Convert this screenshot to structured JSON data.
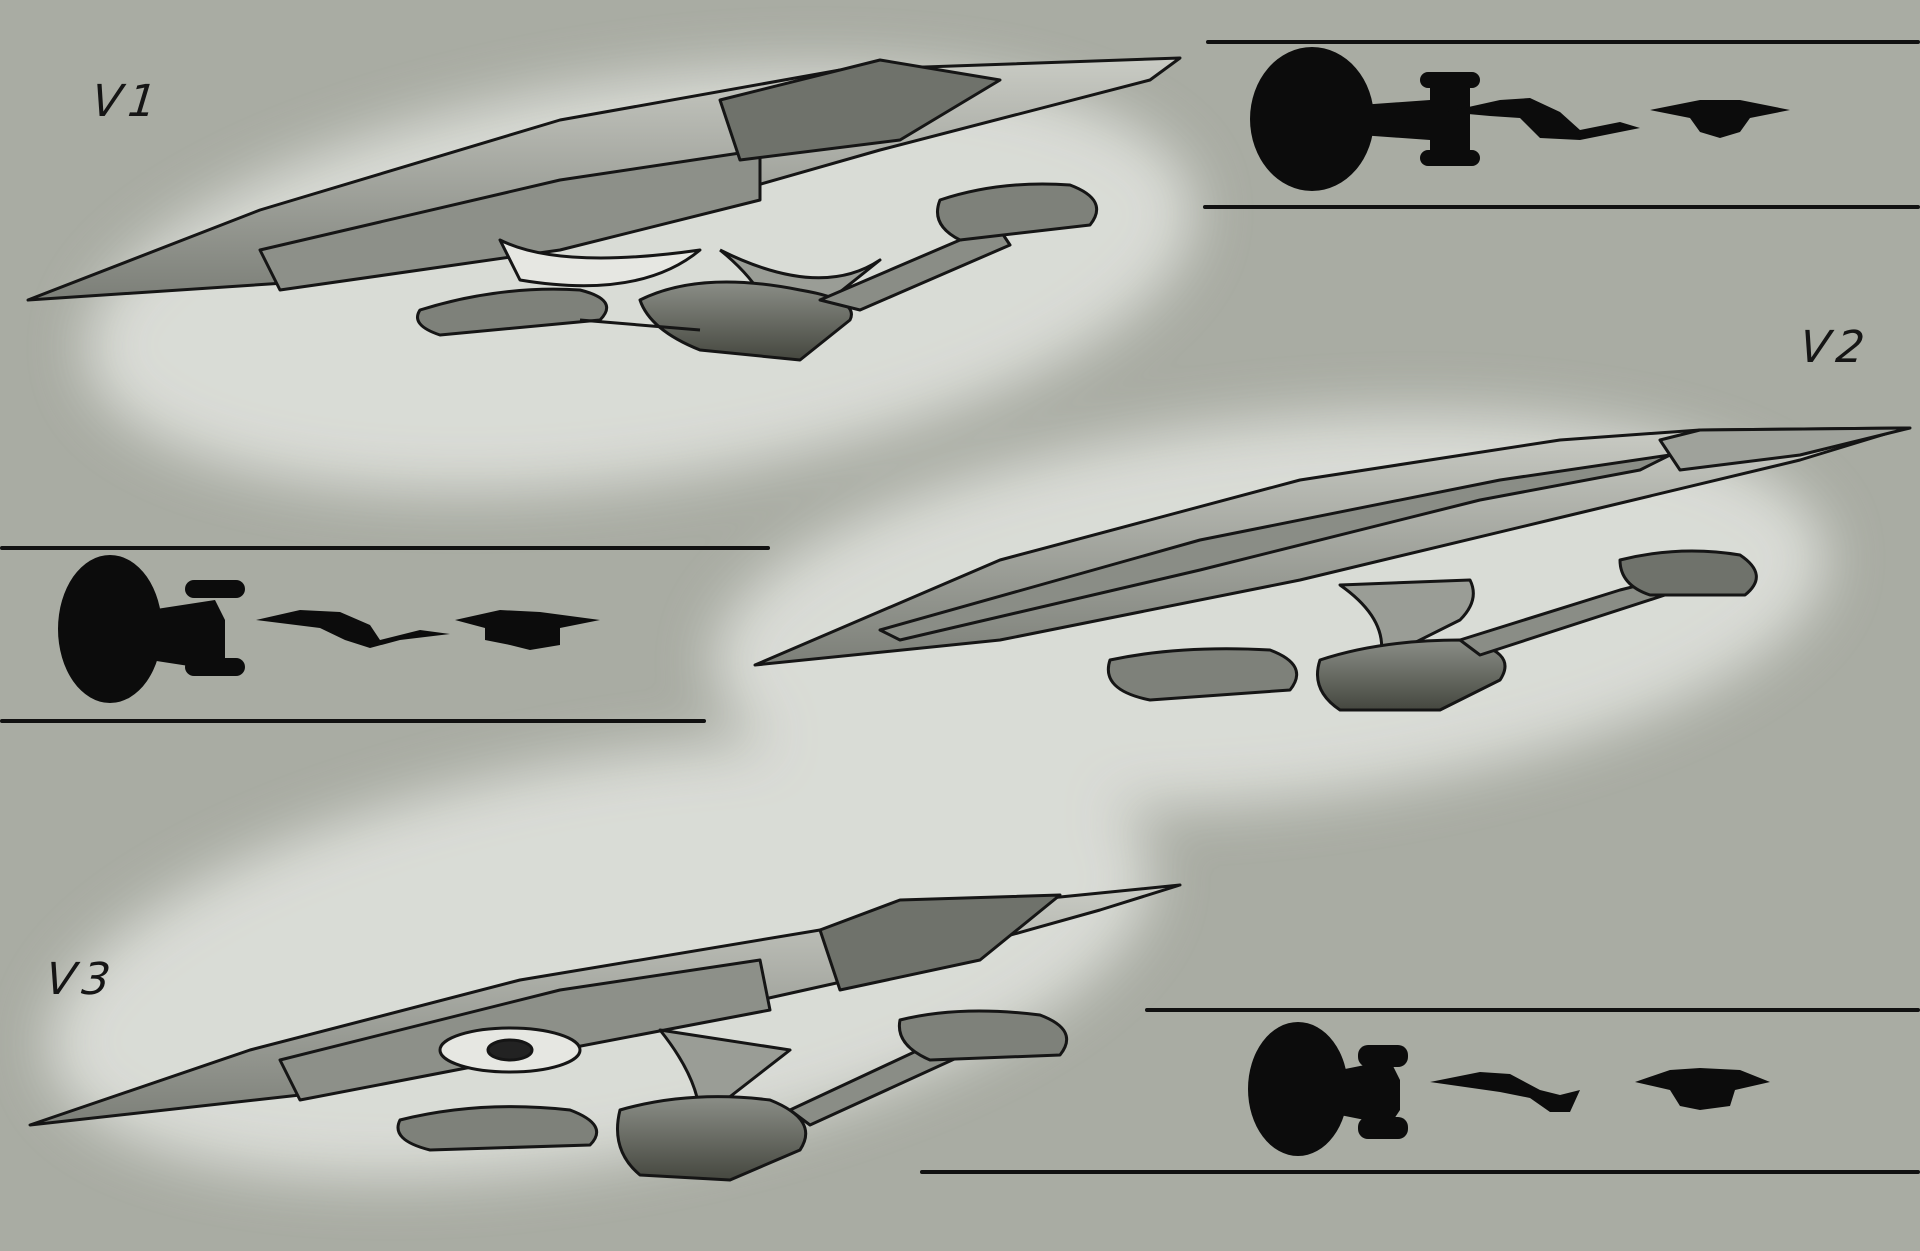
{
  "artwork": {
    "description": "Starship concept sketch sheet with three design variants and black silhouette views",
    "background_color": "#a9aca3",
    "glow_color": "#dfe1dc",
    "ink_color": "#111111",
    "variants": [
      {
        "label": "V1",
        "silhouettes": [
          "top-view",
          "side-view",
          "front-view"
        ]
      },
      {
        "label": "V2",
        "silhouettes": [
          "top-view",
          "side-view",
          "front-view"
        ]
      },
      {
        "label": "V3",
        "silhouettes": [
          "top-view",
          "side-view",
          "front-view"
        ]
      }
    ]
  }
}
